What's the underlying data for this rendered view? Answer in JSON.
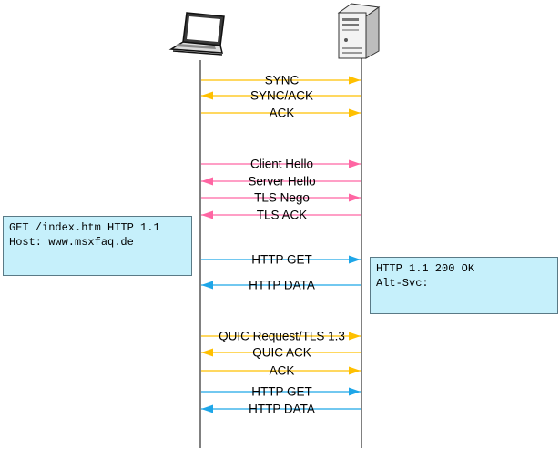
{
  "colors": {
    "yellow": "#ffc000",
    "pink": "#ff66a3",
    "blue": "#1ea6e8",
    "lifeline": "#000000"
  },
  "actors": [
    {
      "id": "client",
      "icon": "laptop-icon"
    },
    {
      "id": "server",
      "icon": "server-tower-icon"
    }
  ],
  "messages": [
    {
      "label": "SYNC",
      "dir": "right",
      "color": "yellow"
    },
    {
      "label": "SYNC/ACK",
      "dir": "left",
      "color": "yellow"
    },
    {
      "label": "ACK",
      "dir": "right",
      "color": "yellow"
    },
    {
      "label": "Client Hello",
      "dir": "right",
      "color": "pink"
    },
    {
      "label": "Server Hello",
      "dir": "left",
      "color": "pink"
    },
    {
      "label": "TLS Nego",
      "dir": "right",
      "color": "pink"
    },
    {
      "label": "TLS ACK",
      "dir": "left",
      "color": "pink"
    },
    {
      "label": "HTTP GET",
      "dir": "right",
      "color": "blue"
    },
    {
      "label": "HTTP DATA",
      "dir": "left",
      "color": "blue"
    },
    {
      "label": "QUIC Request/TLS 1.3",
      "dir": "right",
      "color": "yellow"
    },
    {
      "label": "QUIC ACK",
      "dir": "left",
      "color": "yellow"
    },
    {
      "label": "ACK",
      "dir": "right",
      "color": "yellow"
    },
    {
      "label": "HTTP GET",
      "dir": "right",
      "color": "blue"
    },
    {
      "label": "HTTP DATA",
      "dir": "left",
      "color": "blue"
    }
  ],
  "notes": {
    "request": [
      "GET /index.htm HTTP 1.1",
      "Host: www.msxfaq.de"
    ],
    "response": [
      "HTTP 1.1 200 OK",
      "Alt-Svc:"
    ]
  }
}
